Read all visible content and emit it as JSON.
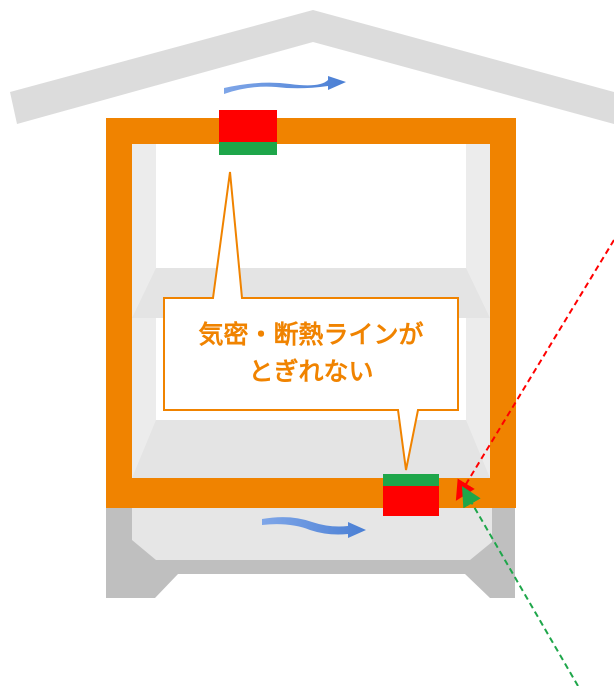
{
  "callout": {
    "line1": "気密・断熱ライン",
    "line1_tail": "が",
    "line2": "とぎれない"
  },
  "colors": {
    "roof": "#dcdcdc",
    "frame": "#f08300",
    "interior_wall": "#ececec",
    "floor_plane": "#e4e4e4",
    "foundation": "#bfbfbf",
    "crawl_space": "#e6e6e6",
    "airtight_seal": "#ff0000",
    "insulation_layer": "#1ea64a",
    "airflow_arrow": "#4a7fd4",
    "callout_border": "#f08300",
    "callout_text": "#f08300",
    "pointer_red": "#ff0000",
    "pointer_green": "#1ea64a"
  },
  "icons": {
    "attic_airflow": "airflow-arrow-icon",
    "crawl_airflow": "airflow-arrow-icon"
  }
}
